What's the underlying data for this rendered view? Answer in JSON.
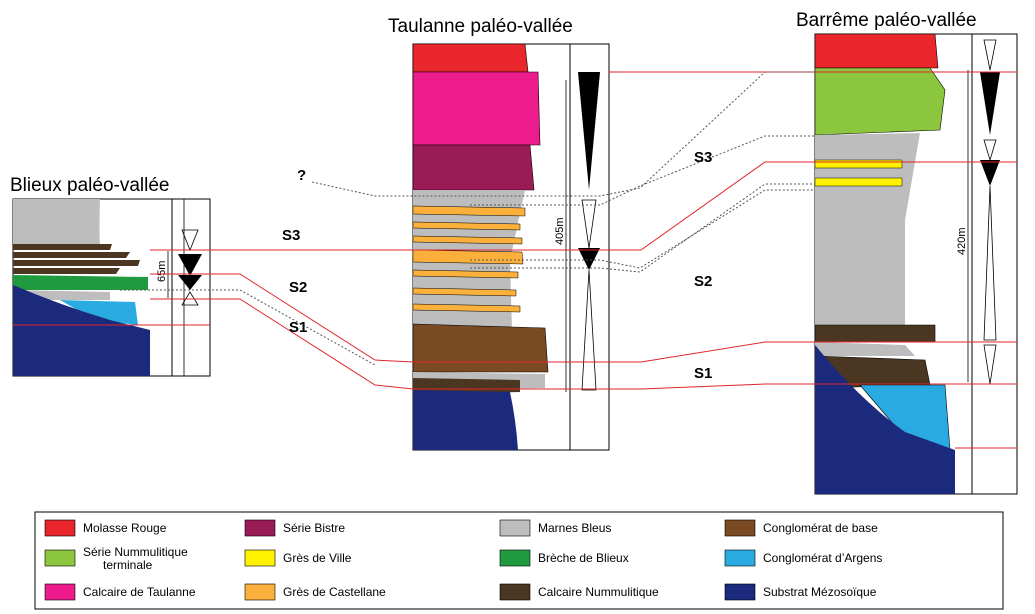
{
  "columns": {
    "blieux": {
      "title": "Blieux paléo-vallée",
      "thickness": "65m"
    },
    "taulanne": {
      "title": "Taulanne paléo-vallée",
      "thickness": "405m"
    },
    "barreme": {
      "title": "Barrême paléo-vallée",
      "thickness": "420m"
    }
  },
  "sequences": {
    "s1": "S1",
    "s2": "S2",
    "s3": "S3",
    "unknown": "?"
  },
  "legend": [
    {
      "label": "Molasse Rouge",
      "color": "#e8262b"
    },
    {
      "label": "Série Bistre",
      "color": "#9b1b57"
    },
    {
      "label": "Marnes Bleus",
      "color": "#bdbdbd"
    },
    {
      "label": "Conglomérat de base",
      "color": "#7a4a22"
    },
    {
      "label": "Série Nummulitique terminale",
      "color": "#8cc63f"
    },
    {
      "label": "Grès de Ville",
      "color": "#fff200"
    },
    {
      "label": "Brèche de Blieux",
      "color": "#1f9a3e"
    },
    {
      "label": "Conglomérat d’Argens",
      "color": "#29abe2"
    },
    {
      "label": "Calcaire de Taulanne",
      "color": "#ec1c8c"
    },
    {
      "label": "Grès de Castellane",
      "color": "#fbb03b"
    },
    {
      "label": "Calcaire Nummulitique",
      "color": "#4b3621"
    },
    {
      "label": "Substrat Mézosoïque",
      "color": "#1b2a7c"
    }
  ]
}
